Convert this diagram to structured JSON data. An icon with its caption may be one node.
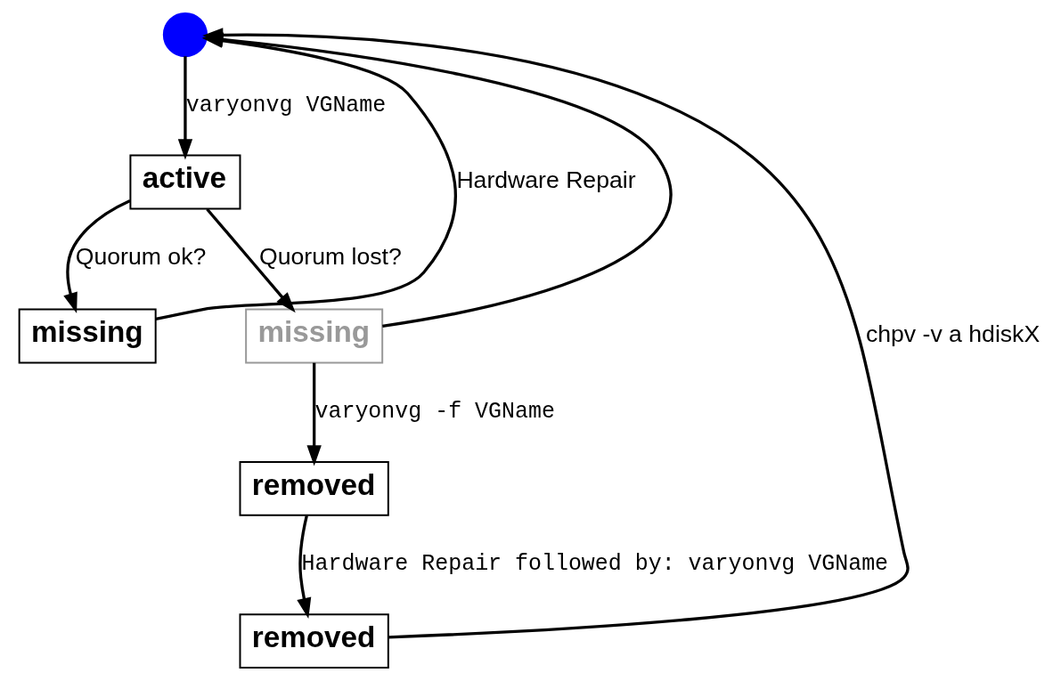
{
  "diagram": {
    "nodes": [
      {
        "text": [],
        "shape": "circle"
      },
      {
        "text": [
          "active"
        ]
      },
      {
        "text": [
          "missing"
        ]
      },
      {
        "text": [
          "missing"
        ]
      },
      {
        "text": [
          "removed"
        ]
      },
      {
        "text": [
          "removed"
        ]
      }
    ],
    "edges": [
      {
        "from": 0,
        "to": 1,
        "arrow": "to",
        "label": "varyonvg VGName"
      },
      {
        "from": 1,
        "to": 2,
        "arrow": "to",
        "label": "Quorum ok?"
      },
      {
        "from": 1,
        "to": 3,
        "arrow": "to",
        "label": "Quorum lost?"
      },
      {
        "from": 2,
        "to": 0,
        "arrow": "to",
        "label": "Hardware Repair"
      },
      {
        "from": 3,
        "to": 0,
        "arrow": "to"
      },
      {
        "from": 3,
        "to": 4,
        "arrow": "to",
        "label": "varyonvg -f VGName"
      },
      {
        "from": 4,
        "to": 5,
        "arrow": "to",
        "label": "Hardware Repair followed by: varyonvg VGName"
      },
      {
        "from": 5,
        "to": 0,
        "arrow": "to",
        "label": "chpv -v a hdiskX"
      }
    ]
  }
}
